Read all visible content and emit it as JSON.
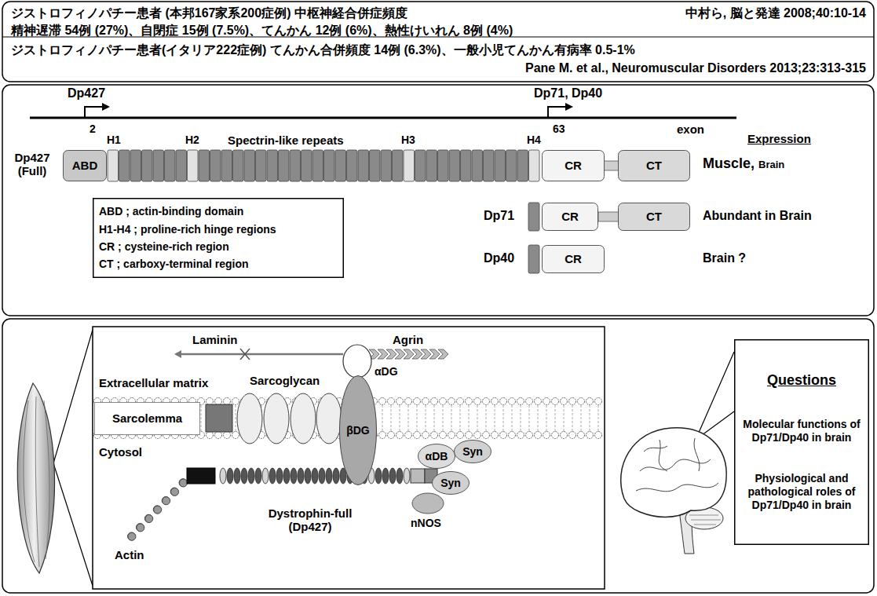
{
  "diagram": {
    "nodes": [
      {
        "text": [
          "ジストロフィノパチー患者 (本邦167家系200症例) 中枢神経合併症頻度",
          "中村ら, 脳と発達 2008;40:10-14",
          "精神遅滞 54例 (27%)、自閉症 15例 (7.5%)、てんかん 12例 (6%)、熱性けいれん 8例 (4%)"
        ]
      },
      {
        "text": [
          "ジストロフィノパチー患者(イタリア222症例) てんかん合併頻度 14例 (6.3%)、一般小児てんかん有病率 0.5-1%",
          "Pane M. et al., Neuromuscular Disorders 2013;23:313-315"
        ]
      },
      {
        "text": [
          "ABD"
        ]
      },
      {
        "text": [
          "CR"
        ]
      },
      {
        "text": [
          "CT"
        ]
      },
      {
        "text": [
          "ABD ; actin-binding domain",
          "H1-H4 ; proline-rich hinge regions",
          "CR ; cysteine-rich region",
          "CT ; carboxy-terminal region"
        ]
      },
      {
        "text": [
          "CR"
        ]
      },
      {
        "text": [
          "CT"
        ]
      },
      {
        "text": [
          "CR"
        ]
      },
      {
        "text": [
          "Sarcolemma"
        ]
      },
      {
        "text": [
          "βDG"
        ]
      },
      {
        "text": [
          "αDB"
        ]
      },
      {
        "text": [
          "Syn"
        ]
      },
      {
        "text": [
          "Syn"
        ]
      },
      {
        "text": [
          "Questions",
          "Molecular functions of Dp71/Dp40 in brain",
          "Physiological and pathological roles of Dp71/Dp40 in brain"
        ]
      }
    ],
    "labels": [
      "Dp427",
      "2",
      "Dp71, Dp40",
      "63",
      "exon",
      "Dp427 (Full)",
      "H1",
      "H2",
      "Spectrin-like repeats",
      "H3",
      "H4",
      "Expression",
      "Muscle,",
      "Brain",
      "Dp71",
      "Abundant in Brain",
      "Dp40",
      "Brain ?",
      "Laminin",
      "Agrin",
      "αDG",
      "Extracellular matrix",
      "Sarcoglycan",
      "Cytosol",
      "Actin",
      "Dystrophin-full (Dp427)",
      "nNOS"
    ]
  }
}
